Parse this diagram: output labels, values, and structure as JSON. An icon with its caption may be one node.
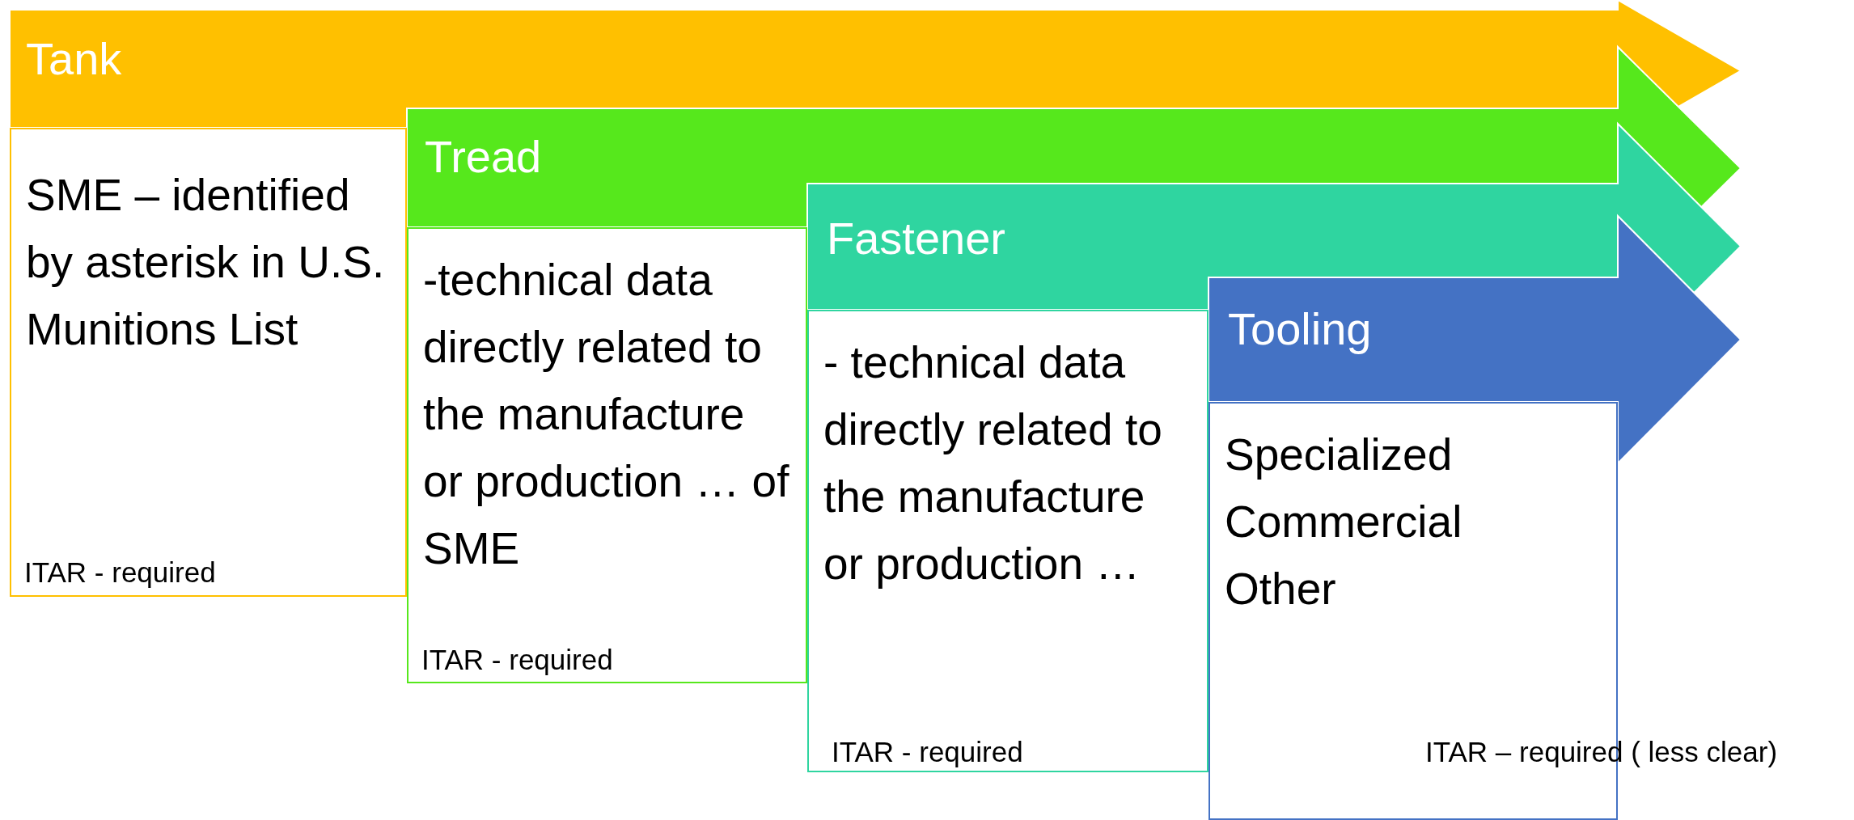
{
  "diagram": {
    "nodes": [
      {
        "text": [
          "Tank"
        ]
      },
      {
        "text": [
          "SME – identified by asterisk in U.S. Munitions List",
          "ITAR - required"
        ]
      },
      {
        "text": [
          "Tread"
        ]
      },
      {
        "text": [
          "-technical data directly related to the manufacture or production … of SME",
          "ITAR - required"
        ]
      },
      {
        "text": [
          "Fastener"
        ]
      },
      {
        "text": [
          "- technical data directly related to the manufacture or production …",
          "ITAR - required"
        ]
      },
      {
        "text": [
          "Tooling"
        ]
      },
      {
        "text": [
          "Specialized",
          "Commercial",
          "Other",
          "ITAR – required ( less clear)"
        ]
      }
    ]
  }
}
